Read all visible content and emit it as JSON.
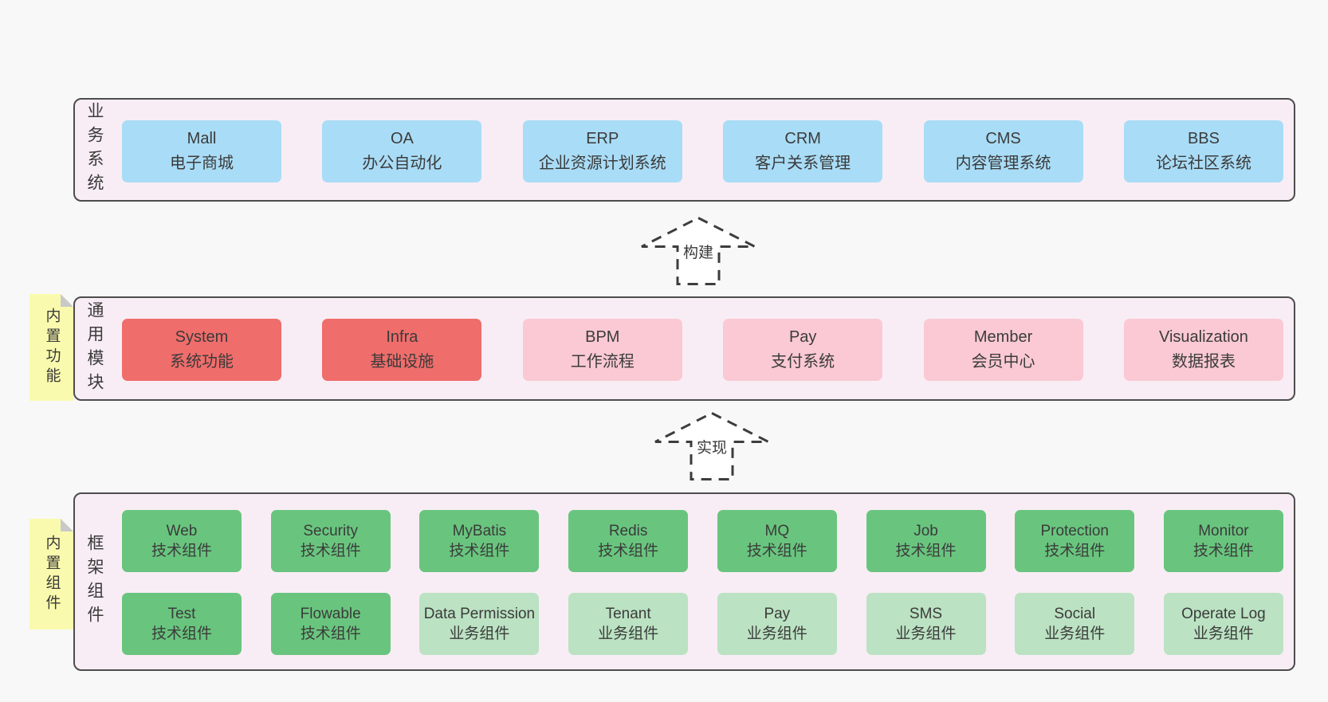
{
  "page": {
    "background": "#f8f8f8"
  },
  "colors": {
    "band_fill": "#f8edf5",
    "band_border": "#4d4d4d",
    "box_blue": "#a9dcf6",
    "box_red": "#ef6d6b",
    "box_pink": "#fac9d3",
    "box_green_dark": "#69c57e",
    "box_green_light": "#bbe2c2",
    "note_yellow": "#fafaae",
    "note_fold_gray": "#c9c9c9",
    "arrow_dash": "#3d3d3d",
    "text": "#3a3a3a"
  },
  "bands": {
    "business": {
      "label": "业务系统",
      "boxes": [
        {
          "name": "Mall",
          "sub": "电子商城"
        },
        {
          "name": "OA",
          "sub": "办公自动化"
        },
        {
          "name": "ERP",
          "sub": "企业资源计划系统"
        },
        {
          "name": "CRM",
          "sub": "客户关系管理"
        },
        {
          "name": "CMS",
          "sub": "内容管理系统"
        },
        {
          "name": "BBS",
          "sub": "论坛社区系统"
        }
      ]
    },
    "modules": {
      "label": "通用模块",
      "note": "内置功能",
      "boxes": [
        {
          "name": "System",
          "sub": "系统功能"
        },
        {
          "name": "Infra",
          "sub": "基础设施"
        },
        {
          "name": "BPM",
          "sub": "工作流程"
        },
        {
          "name": "Pay",
          "sub": "支付系统"
        },
        {
          "name": "Member",
          "sub": "会员中心"
        },
        {
          "name": "Visualization",
          "sub": "数据报表"
        }
      ]
    },
    "components": {
      "label": "框架组件",
      "note": "内置组件",
      "row1": [
        {
          "name": "Web",
          "sub": "技术组件"
        },
        {
          "name": "Security",
          "sub": "技术组件"
        },
        {
          "name": "MyBatis",
          "sub": "技术组件"
        },
        {
          "name": "Redis",
          "sub": "技术组件"
        },
        {
          "name": "MQ",
          "sub": "技术组件"
        },
        {
          "name": "Job",
          "sub": "技术组件"
        },
        {
          "name": "Protection",
          "sub": "技术组件"
        },
        {
          "name": "Monitor",
          "sub": "技术组件"
        }
      ],
      "row2": [
        {
          "name": "Test",
          "sub": "技术组件"
        },
        {
          "name": "Flowable",
          "sub": "技术组件"
        },
        {
          "name": "Data Permission",
          "sub": "业务组件"
        },
        {
          "name": "Tenant",
          "sub": "业务组件"
        },
        {
          "name": "Pay",
          "sub": "业务组件"
        },
        {
          "name": "SMS",
          "sub": "业务组件"
        },
        {
          "name": "Social",
          "sub": "业务组件"
        },
        {
          "name": "Operate Log",
          "sub": "业务组件"
        }
      ]
    }
  },
  "arrows": {
    "build": "构建",
    "implement": "实现"
  }
}
